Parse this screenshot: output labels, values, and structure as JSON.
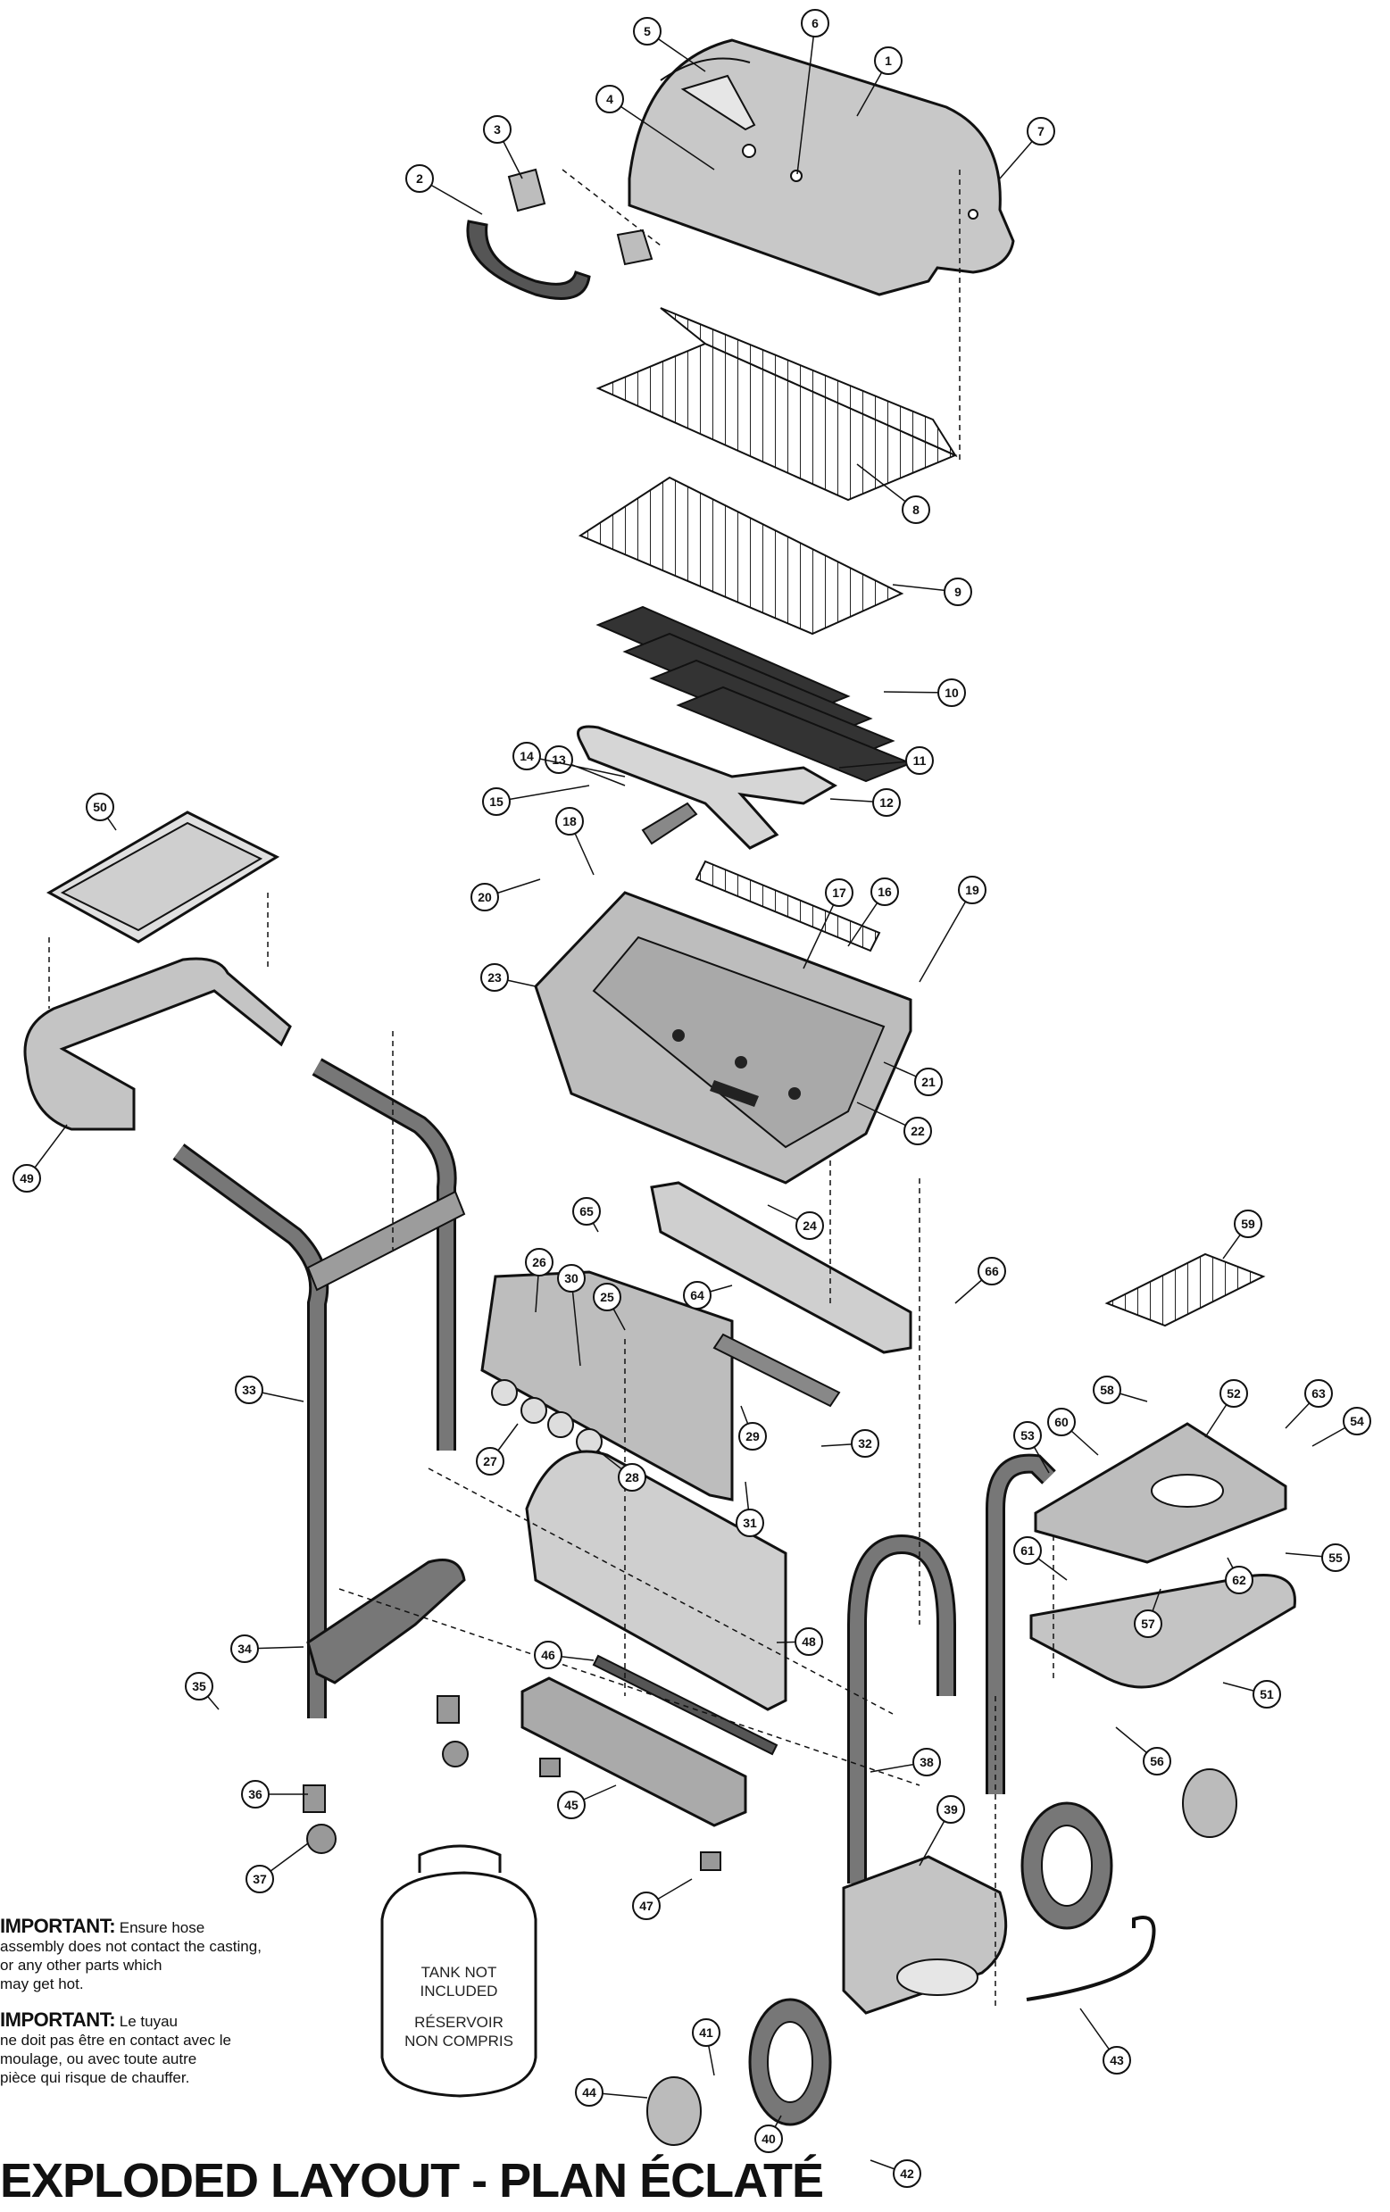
{
  "title": "EXPLODED LAYOUT - PLAN ÉCLATÉ",
  "notes": {
    "english": {
      "label": "IMPORTANT:",
      "text": "Ensure hose\nassembly does not contact the casting,\nor any other parts which\nmay get hot."
    },
    "french": {
      "label": "IMPORTANT:",
      "text": "Le tuyau\nne doit pas être en contact avec le\nmoulage, ou avec toute autre\npièce qui risque de chauffer."
    }
  },
  "tank": {
    "line1": "TANK NOT",
    "line2": "INCLUDED",
    "line3": "RÉSERVOIR",
    "line4": "NON COMPRIS"
  },
  "parts": [
    "1",
    "2",
    "3",
    "4",
    "5",
    "6",
    "7",
    "8",
    "9",
    "10",
    "11",
    "12",
    "13",
    "14",
    "15",
    "16",
    "17",
    "18",
    "19",
    "20",
    "21",
    "22",
    "23",
    "24",
    "25",
    "26",
    "27",
    "28",
    "29",
    "30",
    "31",
    "32",
    "33",
    "34",
    "35",
    "36",
    "37",
    "38",
    "39",
    "40",
    "41",
    "42",
    "43",
    "44",
    "45",
    "46",
    "47",
    "48",
    "49",
    "50",
    "51",
    "52",
    "53",
    "54",
    "55",
    "56",
    "57",
    "58",
    "59",
    "60",
    "61",
    "62",
    "63",
    "64",
    "65",
    "66"
  ],
  "colors": {
    "line": "#111111",
    "part_fill": "#cfcfcf",
    "dark_fill": "#555555",
    "frame_fill": "#7a7a7a"
  }
}
